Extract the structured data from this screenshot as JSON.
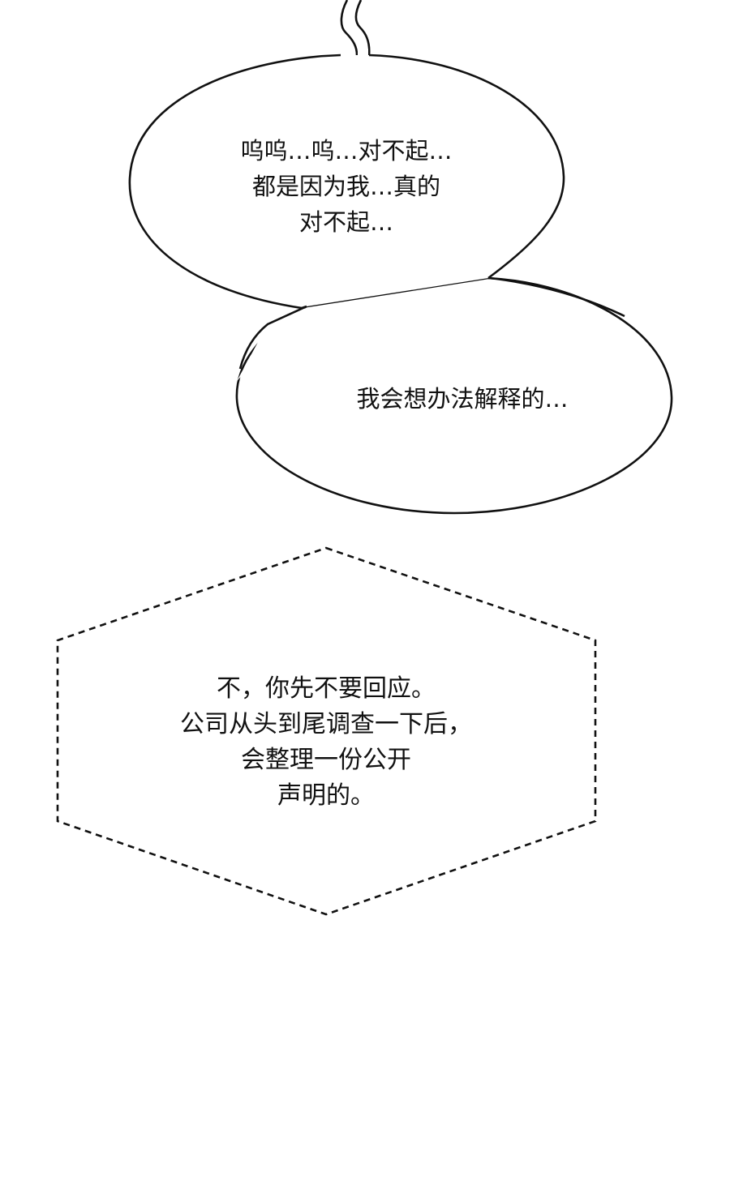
{
  "panel": {
    "background": "#ffffff",
    "line_color": "#111111"
  },
  "speech_bubble_1": {
    "shape": "oval-speech-bubble-with-wavy-tail",
    "lines": [
      "呜呜…呜…对不起…",
      "都是因为我…真的",
      "对不起…"
    ]
  },
  "speech_bubble_2": {
    "shape": "oval-speech-bubble-joined",
    "lines": [
      "我会想办法解释的…"
    ]
  },
  "dashed_box_3": {
    "shape": "dashed-hexagon",
    "lines": [
      "不，你先不要回应。",
      "公司从头到尾调查一下后，",
      "会整理一份公开",
      "声明的。"
    ]
  }
}
